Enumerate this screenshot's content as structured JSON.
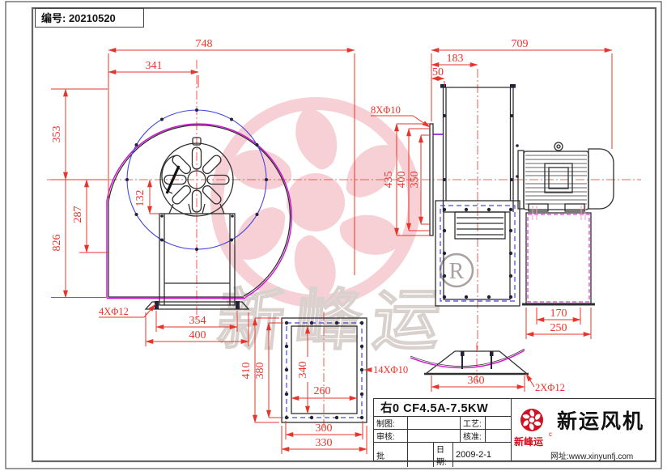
{
  "frame": {
    "serial": "编号: 20210520"
  },
  "front": {
    "d748": "748",
    "d341": "341",
    "d353": "353",
    "d826": "826",
    "d287": "287",
    "d132": "132",
    "holes": "4XΦ12",
    "d354": "354",
    "d400": "400"
  },
  "side": {
    "d709": "709",
    "d183": "183",
    "d50": "50",
    "holes": "8XΦ10",
    "d435": "435",
    "d400": "400",
    "d350": "350",
    "d170": "170",
    "d250": "250"
  },
  "flange": {
    "d410": "410",
    "d380": "380",
    "d340": "340",
    "d260": "260",
    "holes": "14XΦ10",
    "d300": "300",
    "d330": "330"
  },
  "saddle": {
    "d360": "360",
    "holes": "2XΦ12"
  },
  "title_block": {
    "model": "右0 CF4.5A-7.5KW",
    "draw": "制图:",
    "review": "审核:",
    "approve": "批",
    "process": "工艺:",
    "check": "核准:",
    "date": "日期:",
    "date_value": "2009-2-1"
  },
  "brand": {
    "logo_text": "新峰运",
    "tm": "c",
    "name": "新运风机",
    "website": "网址:www.xinyunfj.com"
  },
  "watermark": {
    "text": "新峰运",
    "registered": "R"
  },
  "colors": {
    "dimension_red": "#e8352b",
    "line_black": "#2f2f2f",
    "bolt_blue": "#4747e0",
    "highlight_magenta": "#cf10cf",
    "watermark_pink": "#f6ccd1",
    "logo_red": "#cf1322"
  }
}
